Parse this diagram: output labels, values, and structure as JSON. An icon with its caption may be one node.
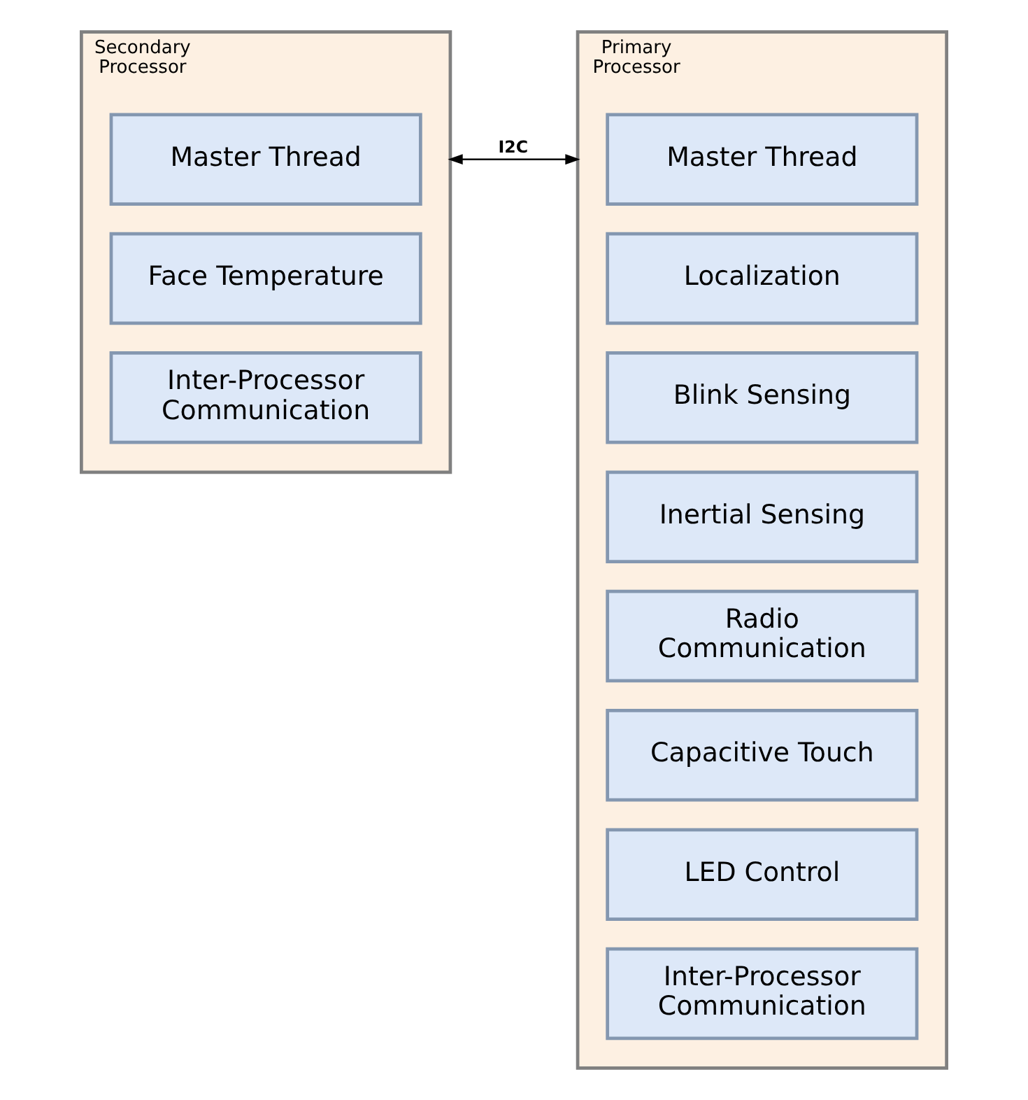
{
  "diagram": {
    "nodes": [
      {
        "text": [
          "Secondary Processor"
        ]
      },
      {
        "text": [
          "Master Thread"
        ],
        "in": 0
      },
      {
        "text": [
          "Face Temperature"
        ],
        "in": 0
      },
      {
        "text": [
          "Inter-Processor Communication"
        ],
        "in": 0
      },
      {
        "text": [
          "Primary Processor"
        ]
      },
      {
        "text": [
          "Master Thread"
        ],
        "in": 4
      },
      {
        "text": [
          "Localization"
        ],
        "in": 4
      },
      {
        "text": [
          "Blink Sensing"
        ],
        "in": 4
      },
      {
        "text": [
          "Inertial Sensing"
        ],
        "in": 4
      },
      {
        "text": [
          "Radio Communication"
        ],
        "in": 4
      },
      {
        "text": [
          "Capacitive Touch"
        ],
        "in": 4
      },
      {
        "text": [
          "LED Control"
        ],
        "in": 4
      },
      {
        "text": [
          "Inter-Processor Communication"
        ],
        "in": 4
      }
    ],
    "edges": [
      {
        "from": 0,
        "to": 4,
        "arrow": "both",
        "label": "I2C"
      }
    ]
  }
}
